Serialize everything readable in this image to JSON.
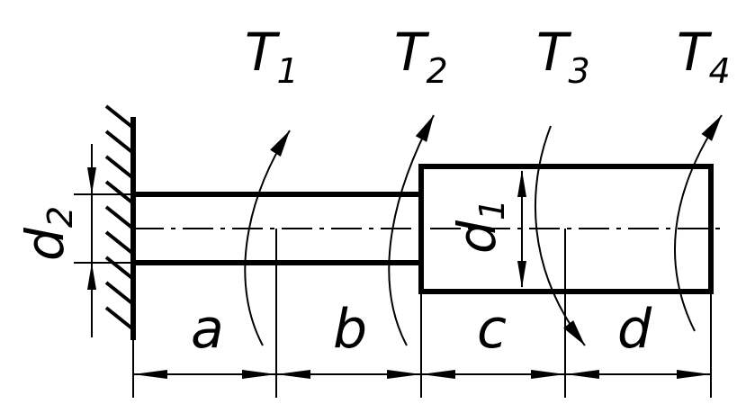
{
  "torques": [
    {
      "letter": "T",
      "sub": "1"
    },
    {
      "letter": "T",
      "sub": "2"
    },
    {
      "letter": "T",
      "sub": "3"
    },
    {
      "letter": "T",
      "sub": "4"
    }
  ],
  "diameters": {
    "left": {
      "letter": "d",
      "sub": "2"
    },
    "right": {
      "letter": "d",
      "sub": "1"
    }
  },
  "segments": [
    "a",
    "b",
    "c",
    "d"
  ]
}
